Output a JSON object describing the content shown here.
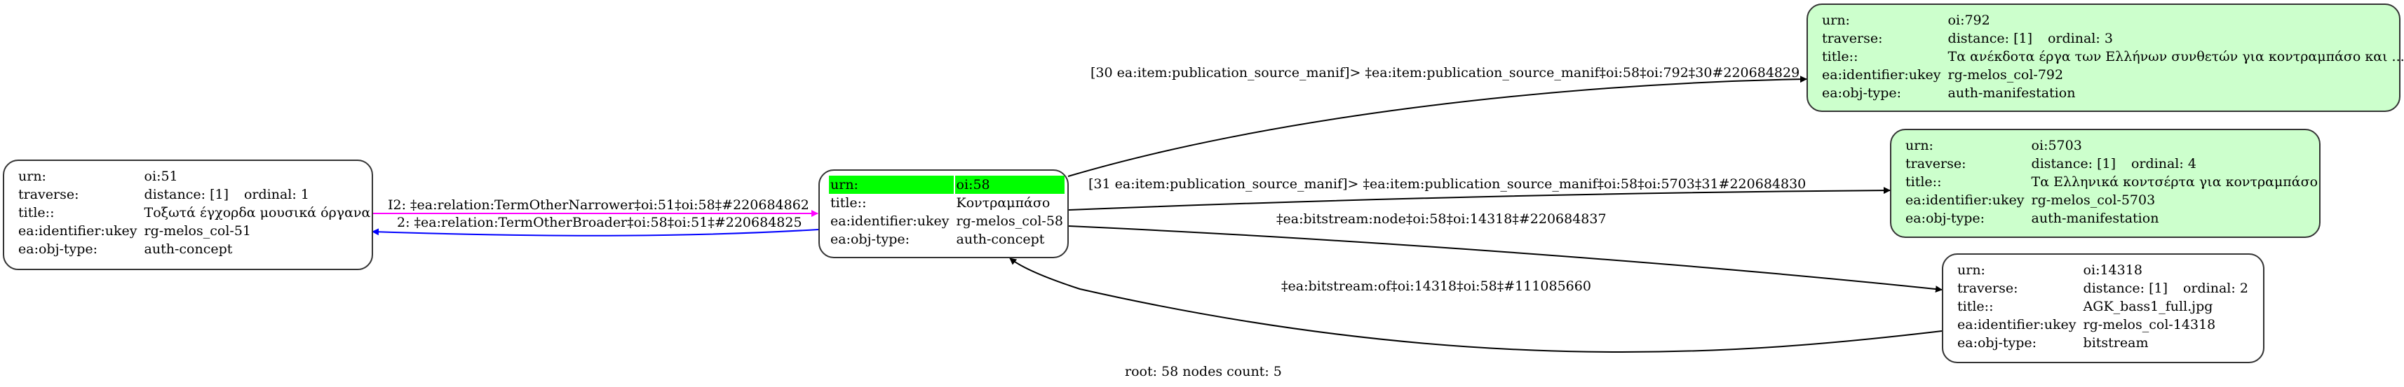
{
  "colors": {
    "background": "#ffffff",
    "node_default_fill": "#ffffff",
    "node_manifestation_fill": "#ccffcc",
    "root_highlight": "#00ff00",
    "edge_narrower": "#ff00ff",
    "edge_broader": "#0000ff",
    "edge_default": "#000000"
  },
  "field_labels": {
    "urn": "urn:",
    "traverse": "traverse:",
    "title": "title::",
    "ukey": "ea:identifier:ukey",
    "objtype": "ea:obj-type:"
  },
  "nodes": {
    "n51": {
      "urn": "oi:51",
      "distance": "distance: [1]",
      "ordinal": "ordinal: 1",
      "title": "Τοξωτά έγχορδα μουσικά όργανα",
      "ukey": "rg-melos_col-51",
      "objtype": "auth-concept"
    },
    "n58": {
      "urn": "oi:58",
      "title": "Κοντραμπάσο",
      "ukey": "rg-melos_col-58",
      "objtype": "auth-concept",
      "is_root": true
    },
    "n792": {
      "urn": "oi:792",
      "distance": "distance: [1]",
      "ordinal": "ordinal: 3",
      "title": "Τα ανέκδοτα έργα των Ελλήνων συνθετών για κοντραμπάσο και ...",
      "ukey": "rg-melos_col-792",
      "objtype": "auth-manifestation"
    },
    "n5703": {
      "urn": "oi:5703",
      "distance": "distance: [1]",
      "ordinal": "ordinal: 4",
      "title": "Τα Ελληνικά κοντσέρτα για κοντραμπάσο",
      "ukey": "rg-melos_col-5703",
      "objtype": "auth-manifestation"
    },
    "n14318": {
      "urn": "oi:14318",
      "distance": "distance: [1]",
      "ordinal": "ordinal: 2",
      "title": "AGK_bass1_full.jpg",
      "ukey": "rg-melos_col-14318",
      "objtype": "bitstream"
    }
  },
  "edges": {
    "narrower": {
      "from": "oi:51",
      "to": "oi:58",
      "label": "I2: ‡ea:relation:TermOtherNarrower‡oi:51‡oi:58‡#220684862"
    },
    "broader": {
      "from": "oi:58",
      "to": "oi:51",
      "label": "2: ‡ea:relation:TermOtherBroader‡oi:58‡oi:51‡#220684825"
    },
    "pub792": {
      "from": "oi:58",
      "to": "oi:792",
      "label": "[30 ea:item:publication_source_manif]> ‡ea:item:publication_source_manif‡oi:58‡oi:792‡30#220684829"
    },
    "pub5703": {
      "from": "oi:58",
      "to": "oi:5703",
      "label": "[31 ea:item:publication_source_manif]> ‡ea:item:publication_source_manif‡oi:58‡oi:5703‡31#220684830"
    },
    "bsnode": {
      "from": "oi:58",
      "to": "oi:14318",
      "label": "‡ea:bitstream:node‡oi:58‡oi:14318‡#220684837"
    },
    "bsof": {
      "from": "oi:14318",
      "to": "oi:58",
      "label": "‡ea:bitstream:of‡oi:14318‡oi:58‡#111085660"
    }
  },
  "footer": "root: 58 nodes count: 5"
}
